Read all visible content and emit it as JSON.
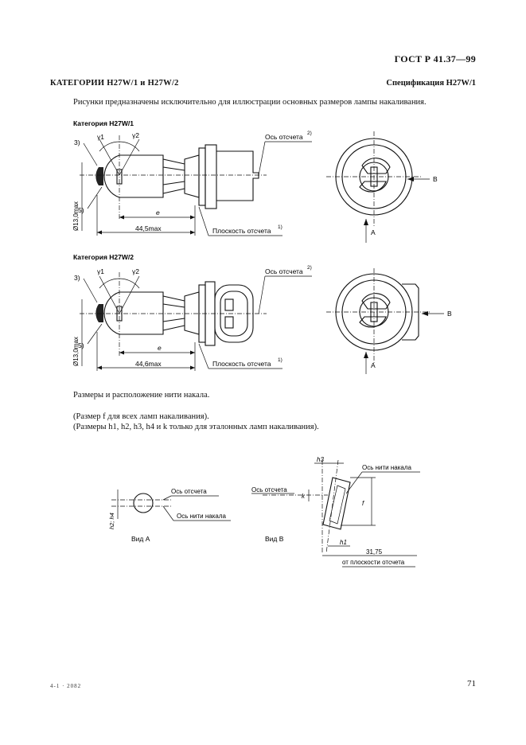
{
  "header": {
    "standard": "ГОСТ Р 41.37—99",
    "categories_title": "КАТЕГОРИИ H27W/1 и H27W/2",
    "specification": "Спецификация H27W/1"
  },
  "intro_text": "Рисунки предназначены исключительно для иллюстрации основных размеров лампы накаливания.",
  "figure1": {
    "title": "Категория H27W/1",
    "label_3": "3)",
    "label_5": "5)",
    "gamma1": "γ1",
    "gamma2": "γ2",
    "axis_label": "Ось отсчета",
    "axis_sup": "2)",
    "plane_label": "Плоскость отсчета",
    "plane_sup": "1)",
    "dim_e": "e",
    "dim_len": "44,5max",
    "dim_dia": "Ø13,0max",
    "arrow_b": "B",
    "arrow_a": "A"
  },
  "figure2": {
    "title": "Категория H27W/2",
    "label_3": "3)",
    "label_5": "5)",
    "gamma1": "γ1",
    "gamma2": "γ2",
    "axis_label": "Ось отсчета",
    "axis_sup": "2)",
    "plane_label": "Плоскость отсчета",
    "plane_sup": "1)",
    "dim_e": "e",
    "dim_len": "44,6max",
    "dim_dia": "Ø13,0max",
    "arrow_b": "B",
    "arrow_a": "A"
  },
  "text_filament": "Размеры и расположение нити накала.",
  "text_size_f": "(Размер f для всех ламп накаливания).",
  "text_sizes_other": "(Размеры h1, h2, h3, h4 и k только для эталонных ламп накаливания).",
  "view_a": {
    "caption": "Вид А",
    "axis_ref": "Ось отсчета",
    "axis_filament": "Ось нити накала",
    "dim_h": "h2; h4"
  },
  "view_b": {
    "caption": "Вид В",
    "axis_ref": "Ось отсчета",
    "axis_filament": "Ось нити накала",
    "dim_h3": "h3",
    "dim_h1": "h1",
    "dim_k": "k",
    "dim_f": "f",
    "dim_distance": "31,75",
    "dim_from": "от плоскости отсчета"
  },
  "footer": {
    "print_code": "4-1 · 2082",
    "page_number": "71"
  }
}
